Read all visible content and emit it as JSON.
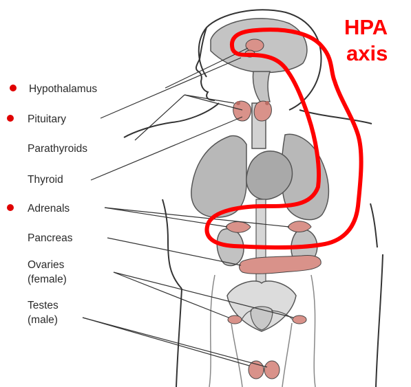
{
  "title": {
    "line1": "HPA",
    "line2": "axis"
  },
  "labels": {
    "hypothalamus": "Hypothalamus",
    "pituitary": "Pituitary",
    "parathyroids": "Parathyroids",
    "thyroid": "Thyroid",
    "adrenals": "Adrenals",
    "pancreas": "Pancreas",
    "ovaries_line1": "Ovaries",
    "ovaries_line2": "(female)",
    "testes_line1": "Testes",
    "testes_line2": "(male)"
  },
  "colors": {
    "hpa_loop": "#ff0000",
    "marker_dot": "#e00000",
    "gland_fill": "#d9928a",
    "organ_fill": "#b8b8b8",
    "body_fill": "#e6e6e6",
    "outline": "#333333"
  }
}
